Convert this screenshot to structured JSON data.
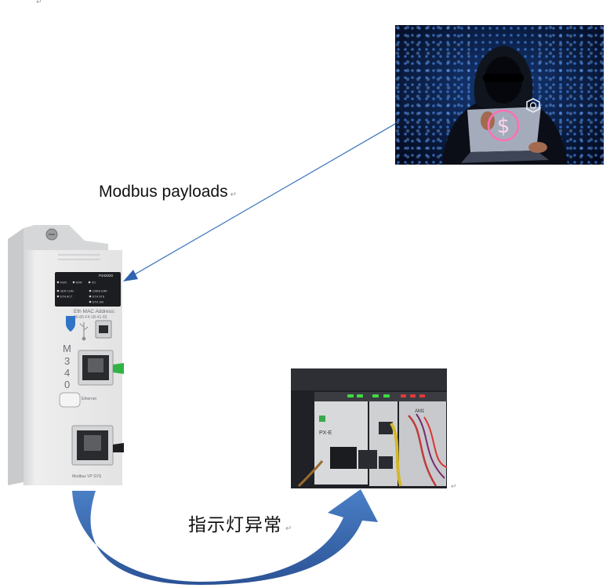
{
  "labels": {
    "payload_label": "Modbus payloads",
    "status_label": "指示灯异常"
  },
  "plc_module": {
    "part_number": "P342020",
    "led_labels": [
      "RUN",
      "ERR",
      "I/O",
      "SER COM",
      "CARD ERR",
      "ETH ACT",
      "ETH STS",
      "ETH 100"
    ],
    "mac_title": "Eth MAC Address:",
    "mac_value": "00-80-F4-1B-41-83",
    "model_letters": [
      "M",
      "3",
      "4",
      "0"
    ],
    "ethernet_label": "Ethernet",
    "bottom_label": "Modbus  VP  SVS"
  },
  "hacker_image": {
    "symbol": "$",
    "theme_colors": {
      "background": "#05112e",
      "dots": "#3a7bd5",
      "accent": "#ff4fa0"
    }
  },
  "plc_photo": {
    "tag_left": "PX-E",
    "tag_right": "AM1"
  },
  "colors": {
    "attack_arrow": "#4a7fc1",
    "curved_arrow": "#3a64a8",
    "led_green": "#3fdc3f",
    "led_red": "#e23a3a"
  },
  "icons": [
    "usb-icon",
    "shield-icon"
  ]
}
